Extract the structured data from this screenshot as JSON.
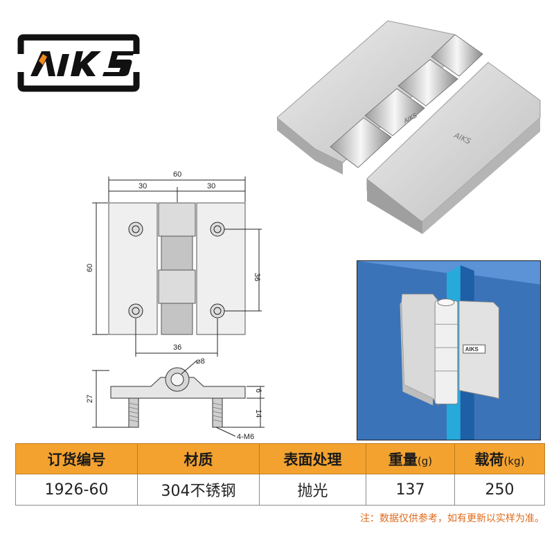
{
  "brand": {
    "logo_text": "AIKS"
  },
  "front_drawing": {
    "dim_total_width": "60",
    "dim_half_left": "30",
    "dim_half_right": "30",
    "dim_height": "60",
    "dim_hole_vertical": "36",
    "dim_hole_horizontal": "36"
  },
  "side_drawing": {
    "dim_pin_dia": "⌀8",
    "dim_total_height": "27",
    "dim_plate_thickness": "6",
    "dim_bolt_length": "14",
    "bolt_spec": "4-M6"
  },
  "table": {
    "headers": [
      {
        "label": "订货编号",
        "unit": ""
      },
      {
        "label": "材质",
        "unit": ""
      },
      {
        "label": "表面处理",
        "unit": ""
      },
      {
        "label": "重量",
        "unit": "(g)"
      },
      {
        "label": "载荷",
        "unit": "(kg)"
      }
    ],
    "row": [
      "1926-60",
      "304不锈钢",
      "抛光",
      "137",
      "250"
    ]
  },
  "note": "注：数据仅供参考，如有更新以实样为准。",
  "colors": {
    "header_orange": "#f3a22f",
    "panel_blue": "#3a73b8",
    "note_orange": "#e06a1a"
  }
}
